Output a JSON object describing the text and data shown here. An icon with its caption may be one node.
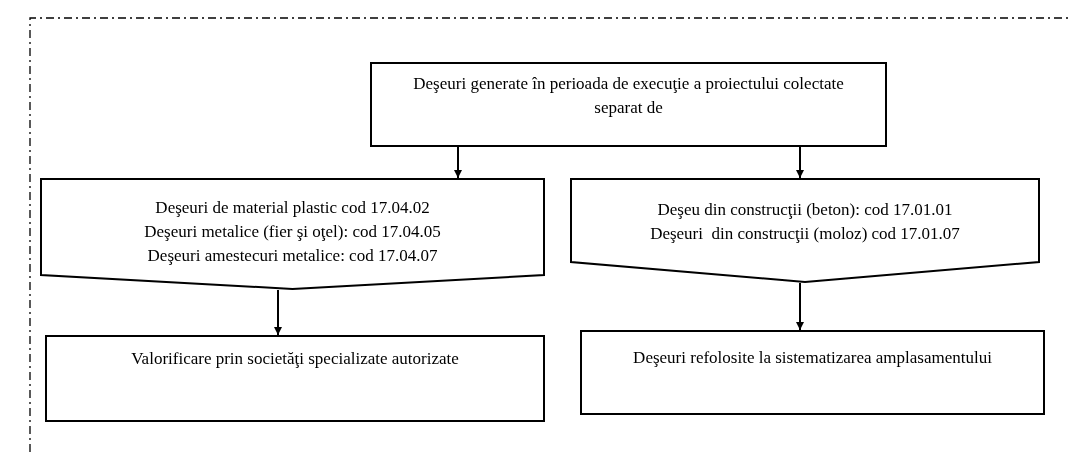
{
  "diagram": {
    "nodes": [
      {
        "text": [
          "Deşeuri generate în perioada de execuţie a proiectului colectate separat de"
        ]
      },
      {
        "text": [
          "Deşeuri de material plastic cod 17.04.02",
          "Deşeuri metalice (fier şi oţel): cod 17.04.05",
          "Deşeuri amestecuri metalice: cod 17.04.07"
        ]
      },
      {
        "text": [
          "Deşeu din construcţii (beton): cod 17.01.01",
          "Deşeuri  din construcţii (moloz) cod 17.01.07"
        ]
      },
      {
        "text": [
          "Valorificare prin societăţi specializate autorizate"
        ]
      },
      {
        "text": [
          "Deşeuri refolosite la sistematizarea amplasamentului"
        ]
      }
    ],
    "edges": [
      {
        "from": 0,
        "to": 1,
        "arrow": "to"
      },
      {
        "from": 0,
        "to": 2,
        "arrow": "to"
      },
      {
        "from": 1,
        "to": 3,
        "arrow": "to"
      },
      {
        "from": 2,
        "to": 4,
        "arrow": "to"
      }
    ]
  }
}
